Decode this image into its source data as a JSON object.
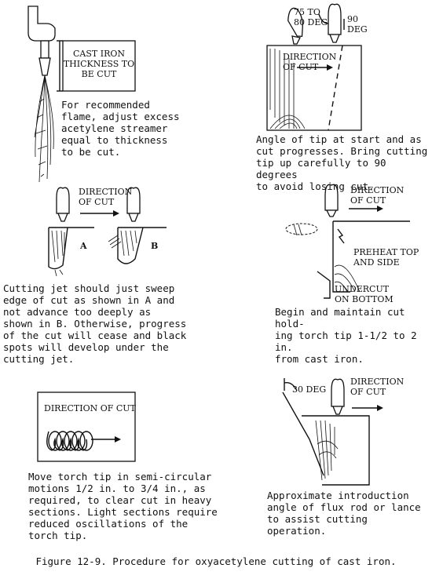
{
  "figure_caption": "Figure 12-9.  Procedure for oxyacetylene cutting of cast iron.",
  "panels": {
    "p1": {
      "box_label": "CAST IRON\nTHICKNESS TO\nBE CUT",
      "caption": "For recommended\nflame, adjust excess\nacetylene streamer\nequal to thickness\nto be cut."
    },
    "p2": {
      "angle_start": "75 TO\n80 DEG",
      "angle_end": "90\nDEG",
      "direction": "DIRECTION\nOF CUT",
      "caption": "Angle of tip at start and as\ncut progresses.  Bring cutting\ntip up carefully to 90 degrees\nto avoid losing cut."
    },
    "p3": {
      "direction": "DIRECTION\nOF CUT",
      "label_a": "A",
      "label_b": "B",
      "caption": "Cutting jet should just sweep\nedge of cut as shown in A and\nnot advance too deeply as\nshown in B.  Otherwise, progress\nof the cut will cease and black\nspots will develop under the\ncutting jet."
    },
    "p4": {
      "direction": "DIRECTION\nOF CUT",
      "preheat": "PREHEAT TOP\nAND SIDE",
      "undercut": "UNDERCUT\nON BOTTOM",
      "caption": "Begin and maintain cut hold-\ning torch tip 1-1/2 to 2 in.\nfrom cast iron."
    },
    "p5": {
      "direction": "DIRECTION OF CUT",
      "caption": "Move torch tip in semi-circular\nmotions 1/2 in. to 3/4 in., as\nrequired, to clear cut in heavy\nsections.  Light sections require\nreduced oscillations of the\ntorch tip."
    },
    "p6": {
      "angle": "30 DEG",
      "direction": "DIRECTION\nOF CUT",
      "caption": "Approximate introduction\nangle of flux rod or lance\nto assist cutting operation."
    }
  }
}
